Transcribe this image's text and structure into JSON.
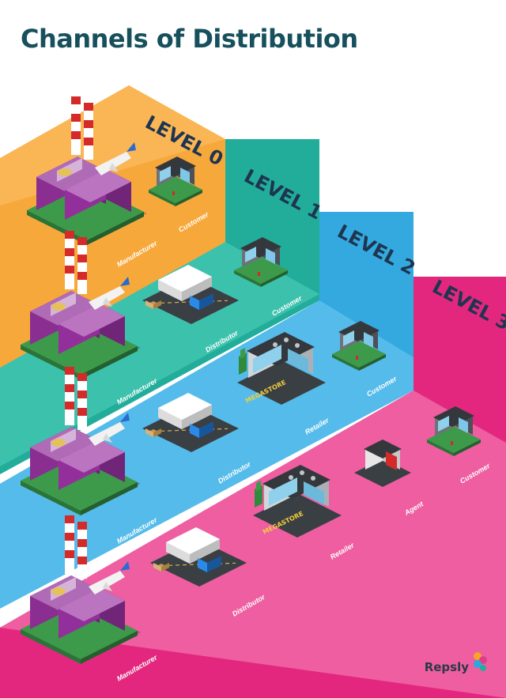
{
  "title": "Channels of Distribution",
  "levels": [
    {
      "name": "LEVEL 0",
      "color": "#f9ad45",
      "nodes": [
        "Manufacturer",
        "Customer"
      ]
    },
    {
      "name": "LEVEL 1",
      "color": "#21ad9a",
      "nodes": [
        "Manufacturer",
        "Distributor",
        "Customer"
      ]
    },
    {
      "name": "LEVEL 2",
      "color": "#34a9df",
      "nodes": [
        "Manufacturer",
        "Distributor",
        "Retailer",
        "Customer"
      ]
    },
    {
      "name": "LEVEL 3",
      "color": "#e3277f",
      "nodes": [
        "Manufacturer",
        "Distributor",
        "Retailer",
        "Agent",
        "Customer"
      ]
    }
  ],
  "store_sign": "MEGASTORE",
  "brand": {
    "name": "Repsly",
    "colors": [
      "#f5a623",
      "#e03c8a",
      "#2aa9e0",
      "#1fae9b"
    ]
  },
  "icons": [
    "factory-icon",
    "house-icon",
    "truck-icon",
    "store-icon",
    "kiosk-icon",
    "logo-icon"
  ]
}
